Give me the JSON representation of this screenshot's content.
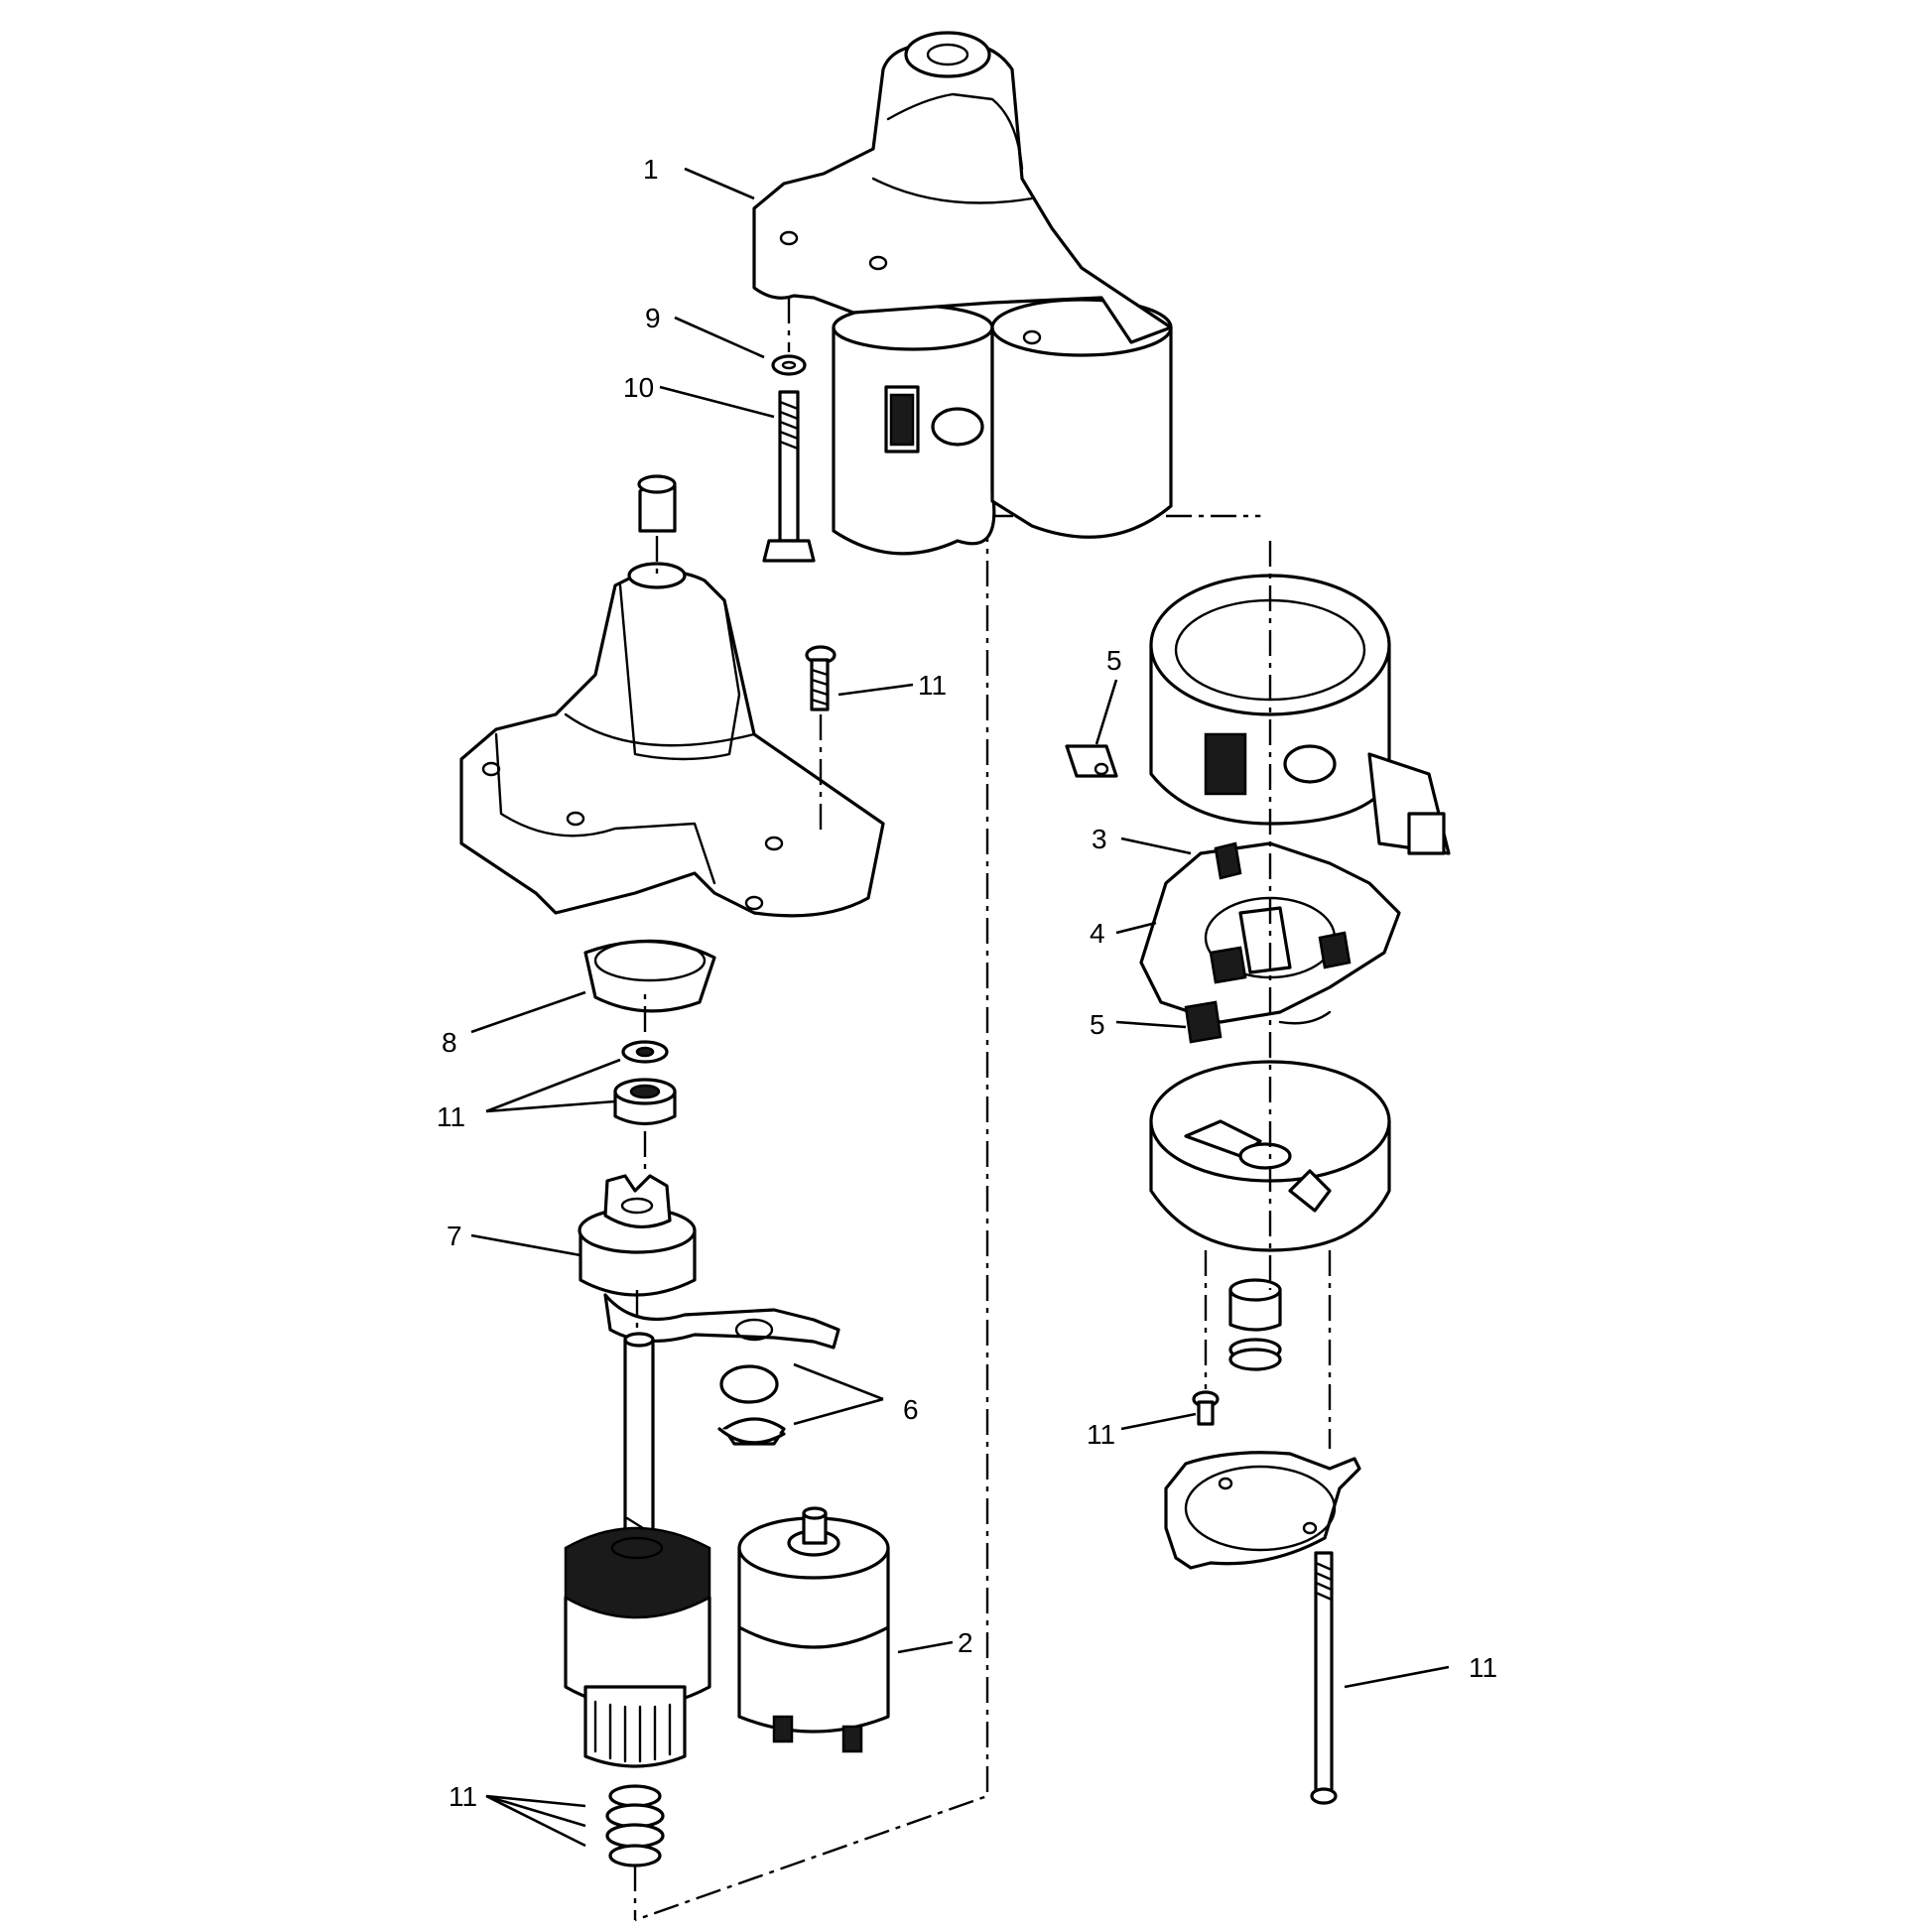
{
  "callouts": [
    {
      "id": "c1",
      "text": "1"
    },
    {
      "id": "c9",
      "text": "9"
    },
    {
      "id": "c10",
      "text": "10"
    },
    {
      "id": "c11a",
      "text": "11"
    },
    {
      "id": "c8",
      "text": "8"
    },
    {
      "id": "c11b",
      "text": "11"
    },
    {
      "id": "c7",
      "text": "7"
    },
    {
      "id": "c6",
      "text": "6"
    },
    {
      "id": "c2",
      "text": "2"
    },
    {
      "id": "c11c",
      "text": "11"
    },
    {
      "id": "c5a",
      "text": "5"
    },
    {
      "id": "c3",
      "text": "3"
    },
    {
      "id": "c4",
      "text": "4"
    },
    {
      "id": "c5b",
      "text": "5"
    },
    {
      "id": "c11d",
      "text": "11"
    },
    {
      "id": "c11e",
      "text": "11"
    }
  ]
}
